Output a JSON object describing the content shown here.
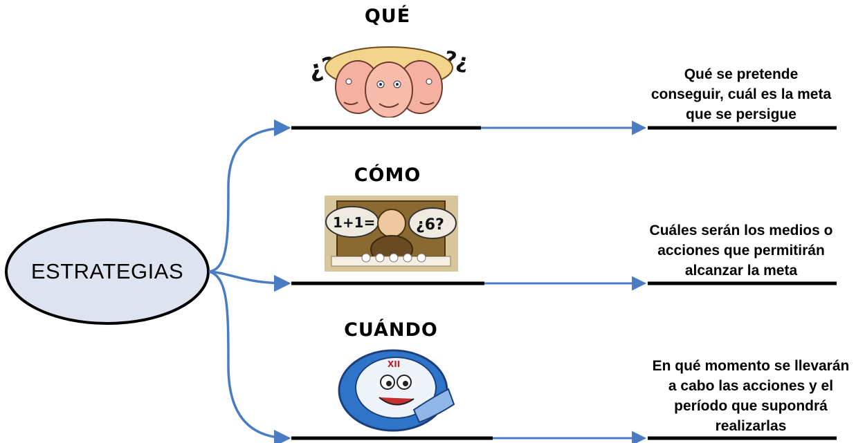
{
  "root": {
    "label": "ESTRATEGIAS"
  },
  "branches": [
    {
      "title": "QUÉ",
      "icon": "confused-faces-icon",
      "description": "Qué se pretende conseguir, cuál es la meta que se persigue",
      "clip_text": {
        "q1": "¿?",
        "q2": "?¿"
      }
    },
    {
      "title": "CÓMO",
      "icon": "thinking-student-icon",
      "description": "Cuáles serán los medios o acciones que permitirán alcanzar la meta",
      "clip_text": {
        "left_bubble": "1+1=",
        "right_bubble": "¿6?"
      }
    },
    {
      "title": "CUÁNDO",
      "icon": "clock-icon",
      "description": "En qué momento se llevarán a cabo las acciones y el período que supondrá realizarlas",
      "clip_text": {
        "numeral": "XII"
      }
    }
  ],
  "colors": {
    "connector": "#4a7cc4",
    "ellipse_fill": "#dde4f0",
    "ellipse_stroke": "#000000",
    "rule": "#000000"
  }
}
